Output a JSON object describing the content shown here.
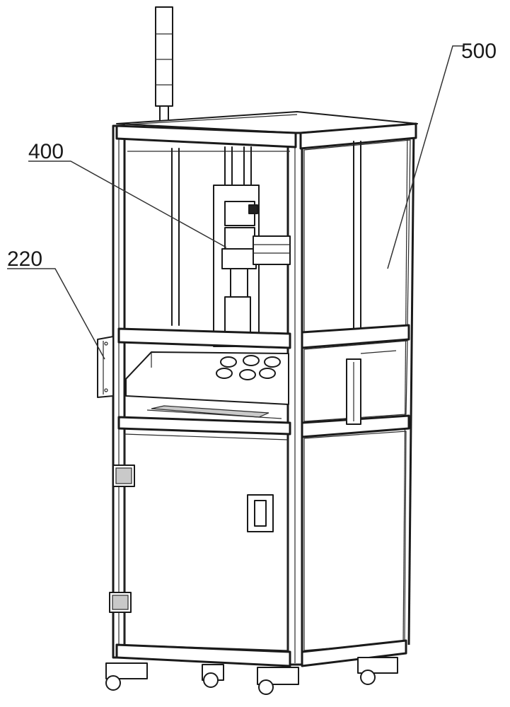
{
  "labels": {
    "l500": "500",
    "l400": "400",
    "l220": "220"
  },
  "colors": {
    "line": "#1a1a1a",
    "background": "#ffffff"
  }
}
